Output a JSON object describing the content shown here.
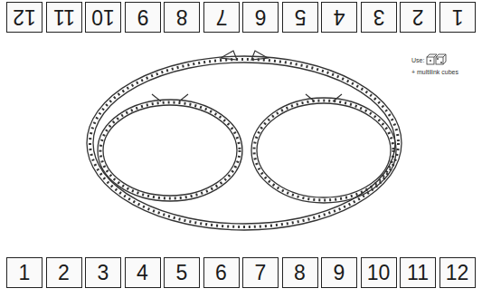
{
  "diagram": {
    "nodes": [
      {
        "text": [
          "12"
        ]
      },
      {
        "text": [
          "11"
        ]
      },
      {
        "text": [
          "10"
        ]
      },
      {
        "text": [
          "9"
        ]
      },
      {
        "text": [
          "8"
        ]
      },
      {
        "text": [
          "7"
        ]
      },
      {
        "text": [
          "6"
        ]
      },
      {
        "text": [
          "5"
        ]
      },
      {
        "text": [
          "4"
        ]
      },
      {
        "text": [
          "3"
        ]
      },
      {
        "text": [
          "2"
        ]
      },
      {
        "text": [
          "1"
        ]
      },
      {
        "text": [
          "1"
        ]
      },
      {
        "text": [
          "2"
        ]
      },
      {
        "text": [
          "3"
        ]
      },
      {
        "text": [
          "4"
        ]
      },
      {
        "text": [
          "5"
        ]
      },
      {
        "text": [
          "6"
        ]
      },
      {
        "text": [
          "7"
        ]
      },
      {
        "text": [
          "8"
        ]
      },
      {
        "text": [
          "9"
        ]
      },
      {
        "text": [
          "10"
        ]
      },
      {
        "text": [
          "11"
        ]
      },
      {
        "text": [
          "12"
        ]
      }
    ],
    "labels": [
      "Use:",
      "+ multilink cubes"
    ]
  }
}
